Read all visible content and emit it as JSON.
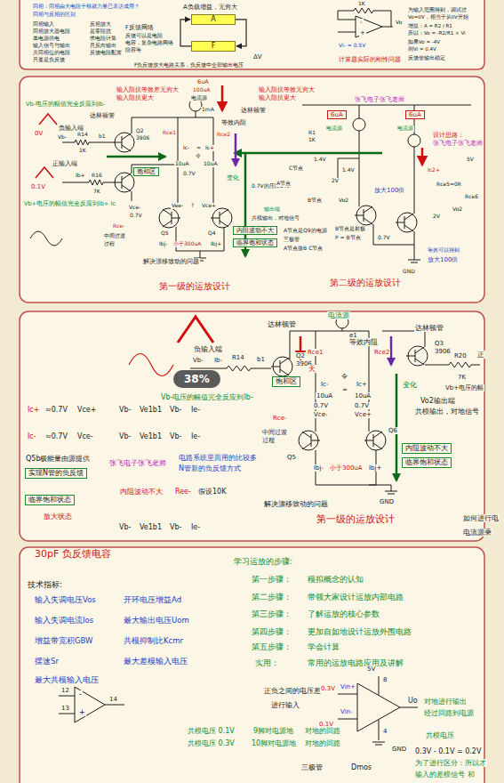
{
  "diagram": {
    "nodes": [
      {
        "text": [
          "A"
        ]
      },
      {
        "text": [
          "F"
        ]
      },
      {
        "text": [
          "饱和区"
        ]
      },
      {
        "text": [
          "6uA"
        ]
      },
      {
        "text": [
          "6uA"
        ]
      },
      {
        "text": [
          "内阻波动不大"
        ]
      },
      {
        "text": [
          "临界饱和状态"
        ]
      },
      {
        "text": [
          "38%"
        ]
      },
      {
        "text": [
          "饱和区"
        ]
      },
      {
        "text": [
          "内阻波动不大"
        ]
      },
      {
        "text": [
          "临界饱和状态"
        ]
      },
      {
        "text": [
          "实现N管的负反馈"
        ]
      },
      {
        "text": [
          "临界饱和状态"
        ]
      }
    ],
    "edges": [
      {
        "from": 0,
        "to": 1,
        "arrow": "to"
      },
      {
        "from": 1,
        "to": 0,
        "arrow": "to"
      }
    ],
    "labels": [
      "回相：同相由大电阻于根就力量已表达成用？",
      "回相与反相的区别",
      "同相输入",
      "同相放大器电阻",
      "单电源供电",
      "输入信号与输出",
      "共同相位的电阻",
      "只要是负反馈",
      "反相放大",
      "是零阻抗",
      "求电阻计算",
      "且反向输出",
      "反馈电阻配置",
      "A负载增益，无穷大",
      "F反馈网络",
      "反馈可以是电阻",
      "电容，复杂电路网络",
      "阻容等",
      "ΔV",
      "F负反馈放大电路关系，负反馈中全部输出电压",
      "1K",
      "-",
      "+",
      "Vi- = 0.5V",
      "Vo",
      "计算题实际的刚性问题",
      "为输入范围得到，调试过",
      "Vo=0V，相当于从0V开始",
      "增益：A = R2 / R1",
      "所以：Vo = -R2/R1 × Vi",
      "如果Vo = -4V",
      "则Vi = 0.4V",
      "反馈使输出稳定",
      "输入阻抗等效差无穷大",
      "输入阻抗更大",
      "6uA",
      "100uA",
      "电流源",
      "1mA",
      "输入阻抗等效无穷大",
      "输入阻抗更大",
      "张飞电子张飞老师",
      "电流源",
      "电流源",
      "Vb-电压的幅值完全反应到Ib-",
      "达林顿管",
      "达林顿管",
      "0V",
      "负输入端",
      "Vb-",
      "R14",
      "1K",
      "b1",
      "Q2",
      "3906",
      "等效内阻",
      "Rce1",
      "Rce2",
      "Ic-",
      "≈",
      "Ic+",
      "令",
      "10uA",
      "10uA",
      "正输入端",
      "0.1V",
      "Ib+",
      "R16",
      "7K",
      "Vb+电压的幅值完全反应到Ib+ Ic",
      "0.7V",
      "Vce-",
      "0.7V",
      "Vee-",
      "?",
      "Vce+",
      "Rce-",
      "中间过渡",
      "过程",
      "Q5",
      "Q4",
      "Ibj-",
      "小于300uA",
      "Ibj+",
      "解决漂移致动的问题",
      "变化",
      "0.7V的压降14V",
      "输出端",
      "共模输出，对地信号",
      "C节点",
      "1.4V",
      "1.4V",
      "2V",
      "A节点",
      "Vo2",
      "B节点",
      "R1",
      "1K",
      "A节点是Q9的电源",
      "三极管",
      "A节点接B C节点",
      "B节点是射极",
      "P = B节点",
      "放大100倍",
      "设计思路：",
      "张飞电子张飞老师",
      "Ic2+",
      "5V",
      "Rce5=0R",
      "Rce6",
      "Vo2",
      "2V",
      "0.7V",
      "等效可以得到",
      "放大100倍",
      "GND",
      "第一级的运放设计",
      "第二级的运放设计",
      "电流源",
      "达林顿管",
      "达林顿管",
      "e1",
      "Q3",
      "3906",
      "R20",
      "7K",
      "正",
      "负输入端",
      "Vb-",
      "Ib-",
      "R14",
      "b1",
      "Q2",
      "3906",
      "等效内阻",
      "Rce1",
      "Rce2",
      "天",
      "Ic-",
      "令",
      "Ic+",
      "≈",
      "10uA",
      "10uA",
      "Vb-电压的幅值完全反应到Ib-",
      "0.7V",
      "Vce-",
      "0.7V",
      "Vce+",
      "变化",
      "Vo2输出端",
      "共模输出，对地信号",
      "Vb+电压的幅",
      "Ic+",
      "≈0.7V",
      "Vce+",
      "Ic-",
      "≈0.7V",
      "Vce-",
      "Vb-",
      "Ve1b1",
      "Vb-",
      "Ie-",
      "Vb-",
      "Ve1b1",
      "Vb-",
      "Ie-",
      "Vb-",
      "Ve1b1",
      "Vb-",
      "Ie-",
      "Q5b极能量由源提供",
      "张飞电子张飞老师",
      "电路系统里面用的比较多",
      "N管新的负反馈方式",
      "内阻波动不大",
      "Ree-",
      "假设10K",
      "放大状态",
      "Rce-",
      "中间过渡",
      "过程",
      "Q5",
      "Q6",
      "Ibj-",
      "小于300uA",
      "Ibj+",
      "GND",
      "解决漂移致动的问题",
      "第一级的运放设计",
      "如何进行电",
      "电流源乘",
      "30pF  负反馈电容",
      "技术指标:",
      "输入失调电压Vos",
      "开环电压增益Ad",
      "输入失调电流Ios",
      "最大输出电压Uom",
      "增益带宽积GBW",
      "共模抑制比Kcmr",
      "摆速Sr",
      "最大差模输入电压",
      "最大共模输入电压",
      "12",
      "13",
      "14",
      "-",
      "+",
      "学习运放的步骤:",
      "第一步骤：",
      "模拟概念的认知",
      "第二步骤：",
      "带领大家设计运放内部电路",
      "第三步骤：",
      "了解运放的核心参数",
      "第四步骤：",
      "更加自如地设计运放外围电路",
      "第五步骤：",
      "学会计算",
      "实用：",
      "常用的运放电路应用及讲解",
      "正负之间的电压差",
      "进行输入",
      "5V",
      "Vin+",
      "0.3V",
      "Vin-",
      "0.1V",
      "8",
      "4",
      "Uo",
      "GND",
      "对地进行输出",
      "经过回路到电源",
      "共模电压",
      "共模电压  0.1V",
      "9脚对电源地",
      "对地的回路",
      "共模电压  0.3V",
      "10脚对电源地",
      "对地的回路",
      "0.3V - 0.1V = 0.2V",
      "为了进行区分：所以才",
      "输入的差模信号 和",
      "三极管",
      "Dmos"
    ]
  }
}
